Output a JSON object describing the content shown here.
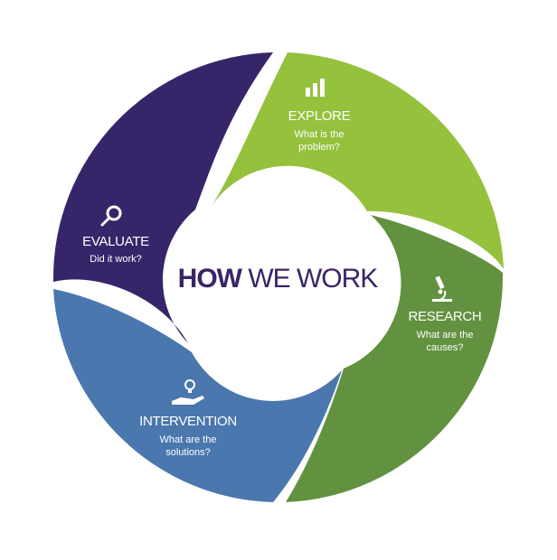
{
  "center": {
    "bold": "HOW",
    "rest": " WE WORK"
  },
  "stages": [
    {
      "id": "explore",
      "title": "EXPLORE",
      "line1": "What is the",
      "line2": "problem?",
      "color": "#95c13d",
      "icon": "bar-chart-icon"
    },
    {
      "id": "research",
      "title": "RESEARCH",
      "line1": "What are the",
      "line2": "causes?",
      "color": "#62923f",
      "icon": "microscope-icon"
    },
    {
      "id": "intervention",
      "title": "INTERVENTION",
      "line1": "What are the",
      "line2": "solutions?",
      "color": "#4a77ae",
      "icon": "lightbulb-hand-icon"
    },
    {
      "id": "evaluate",
      "title": "EVALUATE",
      "line1": "Did it work?",
      "line2": "",
      "color": "#37256a",
      "icon": "magnifier-icon"
    }
  ],
  "colors": {
    "center_text": "#3a2466",
    "background": "#ffffff"
  }
}
